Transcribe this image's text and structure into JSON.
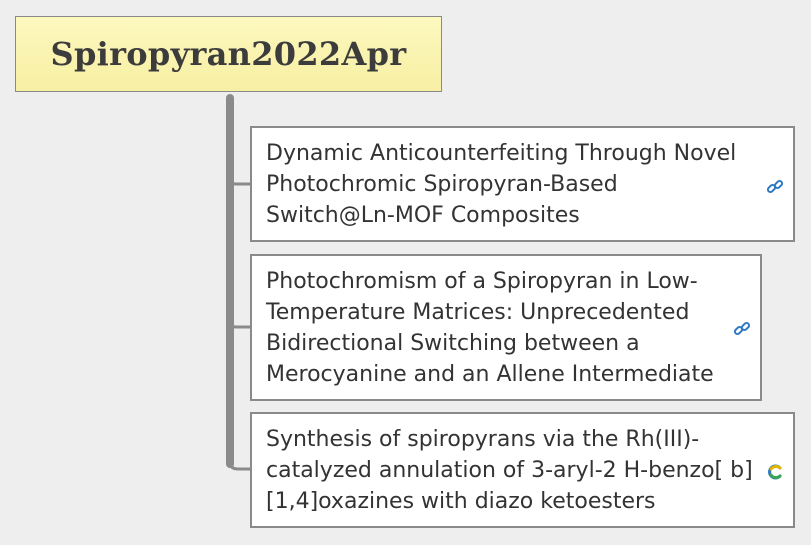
{
  "root": {
    "title": "Spiropyran2022Apr"
  },
  "topics": [
    {
      "lines": [
        "Dynamic Anticounterfeiting Through Novel",
        "Photochromic Spiropyran-Based",
        "Switch@Ln-MOF Composites"
      ],
      "icon": "link-icon"
    },
    {
      "lines": [
        "Photochromism of a Spiropyran in Low-",
        "Temperature Matrices: Unprecedented",
        "Bidirectional Switching between a",
        "Merocyanine and an Allene Intermediate"
      ],
      "icon": "link-icon"
    },
    {
      "lines": [
        "Synthesis of spiropyrans via the Rh(III)-",
        "catalyzed annulation of 3-aryl-2 H-benzo[ b]",
        "[1,4]oxazines with diazo ketoesters"
      ],
      "icon": "citation-icon"
    }
  ],
  "colors": {
    "root_fill": "#fdf8bf",
    "connector": "#8a8a8a",
    "link": "#2f78c4"
  }
}
